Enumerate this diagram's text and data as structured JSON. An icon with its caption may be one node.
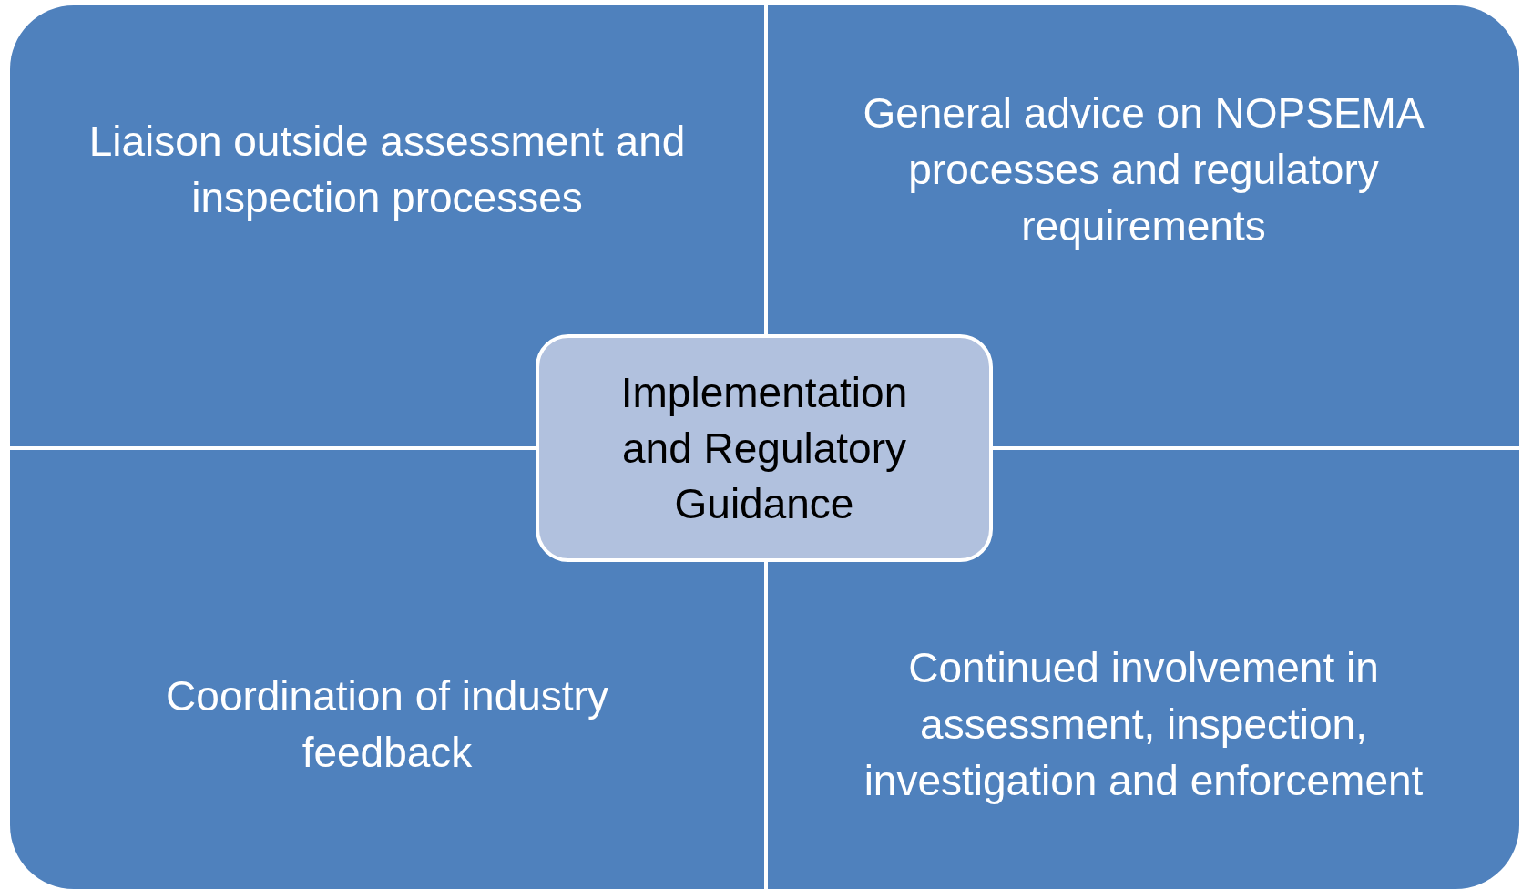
{
  "diagram": {
    "nodes": [
      {
        "text": [
          "Liaison outside assessment and inspection processes"
        ]
      },
      {
        "text": [
          "General advice on NOPSEMA processes and regulatory requirements"
        ]
      },
      {
        "text": [
          "Implementation and Regulatory Guidance"
        ]
      },
      {
        "text": [
          "Coordination of industry feedback"
        ]
      },
      {
        "text": [
          "Continued involvement in assessment, inspection, investigation and enforcement"
        ]
      }
    ]
  }
}
